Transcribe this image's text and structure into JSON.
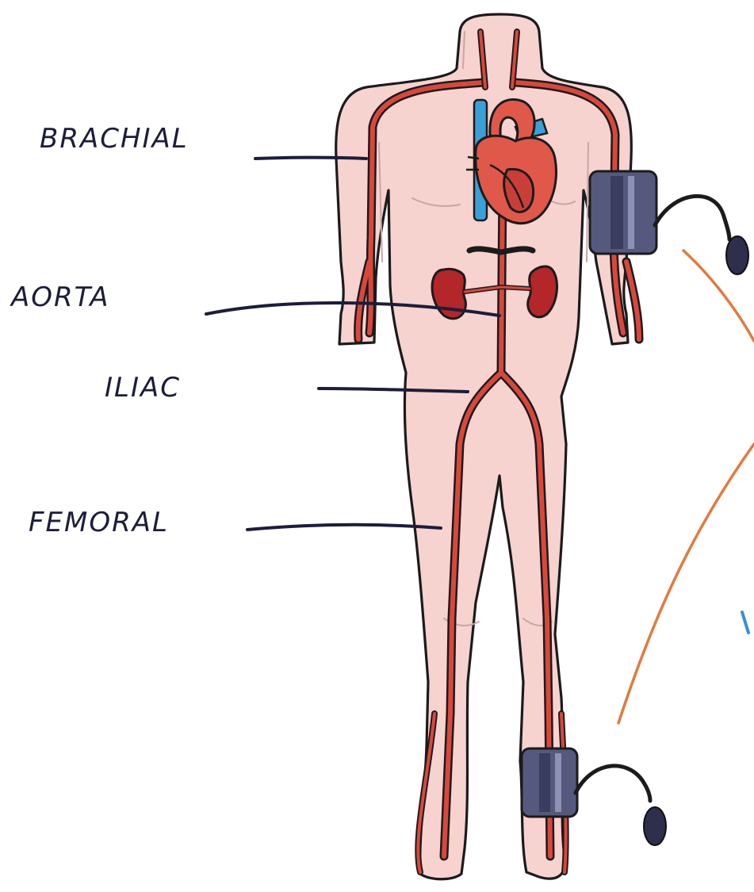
{
  "labels": {
    "brachial": "BRACHIAL",
    "aorta": "AORTA",
    "iliac": "ILIAC",
    "femoral": "FEMORAL"
  },
  "colors": {
    "skin": "#f6d3cf",
    "artery": "#d9473c",
    "vein": "#3aa0d8",
    "heart": "#e0584a",
    "kidney": "#b3262a",
    "cuff": "#55597e",
    "ink": "#1c1d3a",
    "orange_pen": "#e27a3f",
    "blue_pen": "#3a8fd6"
  },
  "icons": [
    "human-body-icon",
    "heart-icon",
    "kidney-icon",
    "blood-pressure-cuff-icon"
  ]
}
